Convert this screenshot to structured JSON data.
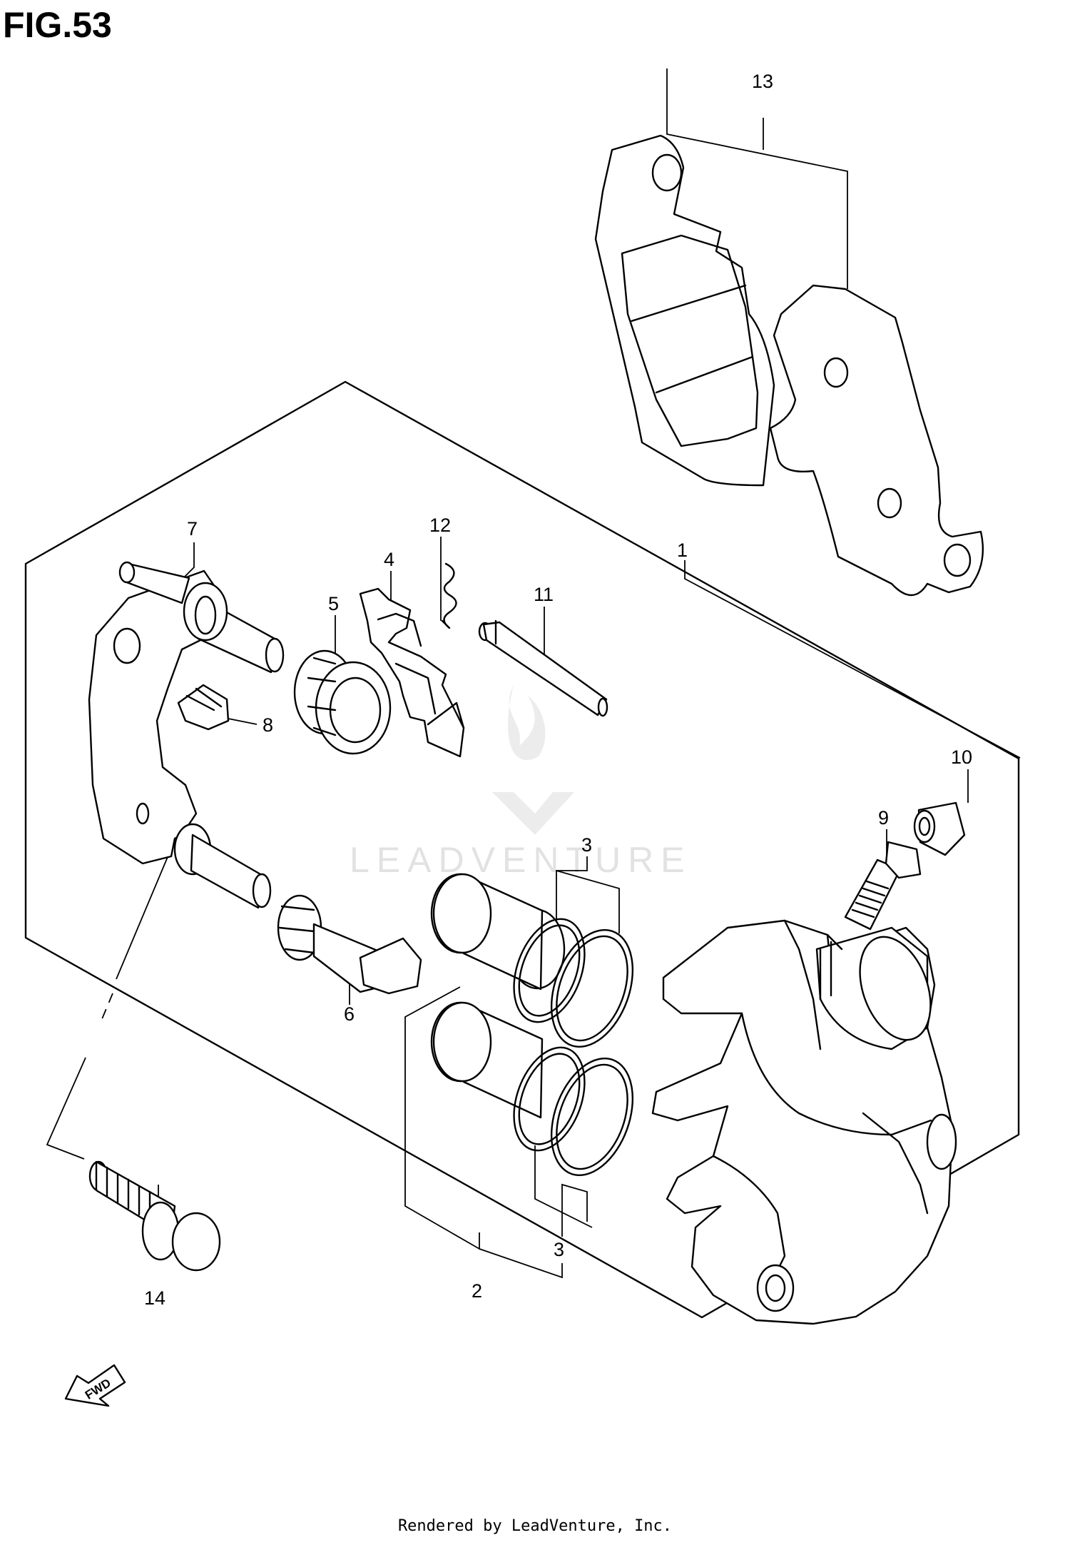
{
  "title": "FIG.53",
  "footer": "Rendered by LeadVenture, Inc.",
  "watermark": "LEADVENTURE",
  "fwd_label": "FWD",
  "callouts": {
    "c1": "1",
    "c2": "2",
    "c3a": "3",
    "c3b": "3",
    "c4": "4",
    "c5": "5",
    "c6": "6",
    "c7": "7",
    "c8": "8",
    "c9": "9",
    "c10": "10",
    "c11": "11",
    "c12": "12",
    "c13": "13",
    "c14": "14"
  }
}
